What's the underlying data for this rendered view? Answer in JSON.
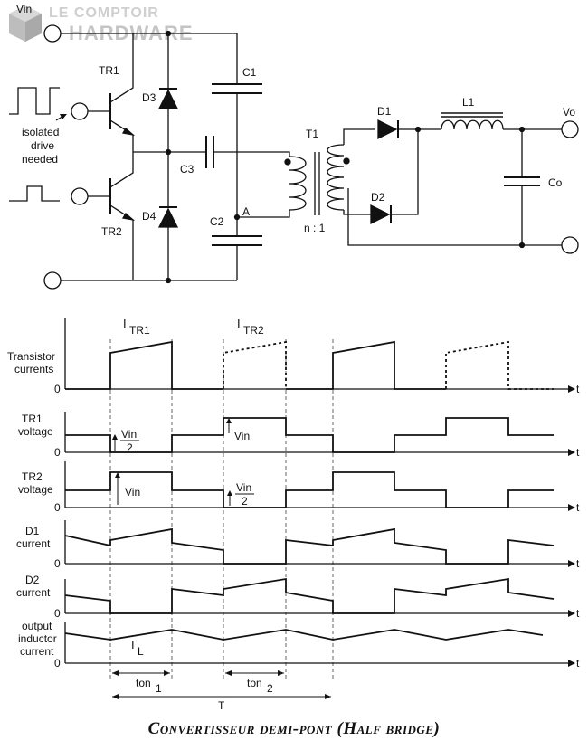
{
  "watermark": {
    "line1": "LE COMPTOIR",
    "line2": "HARDWARE"
  },
  "circuit": {
    "vin": "Vin",
    "tr1": "TR1",
    "tr2": "TR2",
    "d3": "D3",
    "d4": "D4",
    "c1": "C1",
    "c2": "C2",
    "c3": "C3",
    "node_a": "A",
    "t1": "T1",
    "ratio": "n : 1",
    "d1": "D1",
    "d2": "D2",
    "l1": "L1",
    "vo": "Vo",
    "co": "Co",
    "drive_line1": "isolated",
    "drive_line2": "drive",
    "drive_line3": "needed"
  },
  "waveforms": {
    "rows": [
      {
        "label": [
          "Transistor",
          "currents"
        ],
        "zero": "0"
      },
      {
        "label": [
          "TR1",
          "voltage"
        ],
        "zero": "0"
      },
      {
        "label": [
          "TR2",
          "voltage"
        ],
        "zero": "0"
      },
      {
        "label": [
          "D1",
          "current"
        ],
        "zero": "0"
      },
      {
        "label": [
          "D2",
          "current"
        ],
        "zero": "0"
      },
      {
        "label": [
          "output",
          "inductor",
          "current"
        ],
        "zero": "0"
      }
    ],
    "t_axis": "t",
    "itr1": "I",
    "itr1_sub": "TR1",
    "itr2": "I",
    "itr2_sub": "TR2",
    "vin_half_num": "Vin",
    "vin_half_den": "2",
    "vin": "Vin",
    "il": "I",
    "il_sub": "L",
    "ton1": "ton",
    "ton1_sub": "1",
    "ton2": "ton",
    "ton2_sub": "2",
    "period": "T"
  },
  "caption": "Convertisseur demi-pont (Half bridge)"
}
